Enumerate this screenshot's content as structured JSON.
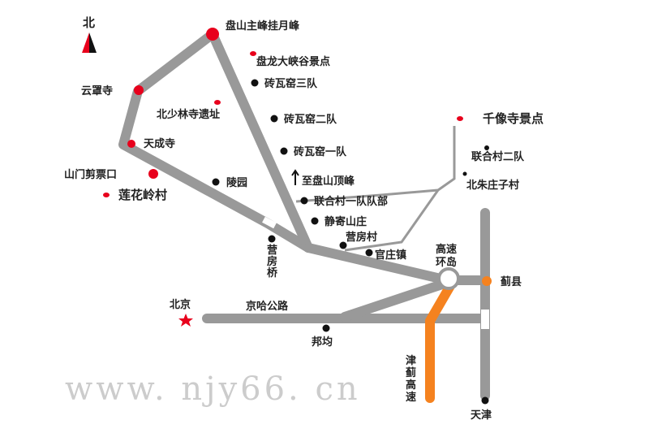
{
  "north_label": "北",
  "watermark": "www. njy66. cn",
  "colors": {
    "road": "#999999",
    "highway": "#f5821f",
    "scenic": "#e8001c",
    "village": "#111111"
  },
  "places": {
    "guayuefeng": "盘山主峰挂月峰",
    "panlong": "盘龙大峡谷景点",
    "zhuanwa3": "砖瓦窑三队",
    "yunzhao": "云罩寺",
    "shaolin": "北少林寺遗址",
    "zhuanwa2": "砖瓦窑二队",
    "qianxiang": "千像寺景点",
    "tiancheng": "天成寺",
    "zhuanwa1": "砖瓦窑一队",
    "lianhe2": "联合村二队",
    "shanmen": "山门剪票口",
    "lingyuan": "陵园",
    "to_peak": "至盘山顶峰",
    "beizhuzhuang": "北朱庄子村",
    "lianhualing": "莲花岭村",
    "lianhe1": "联合村一队队部",
    "jingji": "静寄山庄",
    "yingfangcun": "营房村",
    "yingfangqiao": [
      "营",
      "房",
      "桥"
    ],
    "guanzhuang": "官庄镇",
    "roundabout": [
      "高速",
      "环岛"
    ],
    "jixian": "蓟县",
    "beijing": "北京",
    "jingha": "京哈公路",
    "bangjun": "邦均",
    "jinji": [
      "津",
      "蓟",
      "高",
      "速"
    ],
    "tianjin": "天津"
  }
}
